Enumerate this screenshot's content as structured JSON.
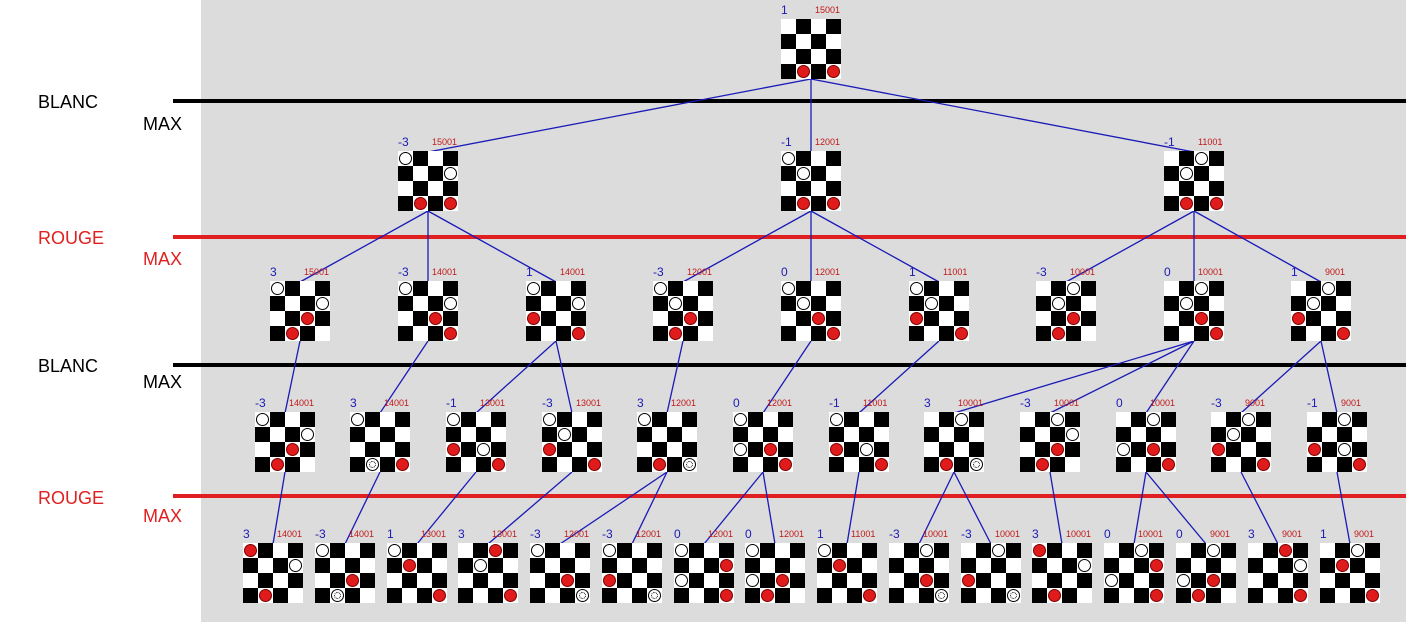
{
  "levels": {
    "row0": {
      "player": "BLANC",
      "mode": "MAX"
    },
    "row1": {
      "player": "ROUGE",
      "mode": "MAX"
    },
    "row2": {
      "player": "BLANC",
      "mode": "MAX"
    },
    "row3": {
      "player": "ROUGE",
      "mode": "MAX"
    }
  },
  "colors": {
    "white_line": "#000000",
    "red_line": "#e02020",
    "edge": "#1a1ab8",
    "score": "#1a1ab8",
    "id": "#c01818",
    "red_piece": "#e01b1b"
  },
  "nodes": [
    {
      "id": "n0",
      "score": "1",
      "nid": "15001",
      "pieces": [
        [
          "r",
          3,
          1
        ],
        [
          "r",
          3,
          3
        ]
      ]
    },
    {
      "id": "n1a",
      "parent": "n0",
      "score": "-3",
      "nid": "15001",
      "pieces": [
        [
          "w",
          0,
          0
        ],
        [
          "w",
          1,
          3
        ],
        [
          "r",
          3,
          1
        ],
        [
          "r",
          3,
          3
        ]
      ]
    },
    {
      "id": "n1b",
      "parent": "n0",
      "score": "-1",
      "nid": "12001",
      "pieces": [
        [
          "w",
          0,
          0
        ],
        [
          "w",
          1,
          1
        ],
        [
          "r",
          3,
          1
        ],
        [
          "r",
          3,
          3
        ]
      ]
    },
    {
      "id": "n1c",
      "parent": "n0",
      "score": "-1",
      "nid": "11001",
      "pieces": [
        [
          "w",
          0,
          2
        ],
        [
          "w",
          1,
          1
        ],
        [
          "r",
          3,
          1
        ],
        [
          "r",
          3,
          3
        ]
      ]
    },
    {
      "id": "n2a",
      "parent": "n1a",
      "score": "3",
      "nid": "15001",
      "pieces": [
        [
          "w",
          0,
          0
        ],
        [
          "w",
          1,
          3
        ],
        [
          "r",
          2,
          2
        ],
        [
          "r",
          3,
          1
        ]
      ]
    },
    {
      "id": "n2b",
      "parent": "n1a",
      "score": "-3",
      "nid": "14001",
      "pieces": [
        [
          "w",
          0,
          0
        ],
        [
          "w",
          1,
          3
        ],
        [
          "r",
          2,
          2
        ],
        [
          "r",
          3,
          3
        ]
      ]
    },
    {
      "id": "n2c",
      "parent": "n1a",
      "score": "1",
      "nid": "14001",
      "pieces": [
        [
          "w",
          0,
          0
        ],
        [
          "w",
          1,
          3
        ],
        [
          "r",
          2,
          0
        ],
        [
          "r",
          3,
          3
        ]
      ]
    },
    {
      "id": "n2d",
      "parent": "n1b",
      "score": "-3",
      "nid": "12001",
      "pieces": [
        [
          "w",
          0,
          0
        ],
        [
          "w",
          1,
          1
        ],
        [
          "r",
          2,
          2
        ],
        [
          "r",
          3,
          1
        ]
      ]
    },
    {
      "id": "n2e",
      "parent": "n1b",
      "score": "0",
      "nid": "12001",
      "pieces": [
        [
          "w",
          0,
          0
        ],
        [
          "w",
          1,
          1
        ],
        [
          "r",
          2,
          2
        ],
        [
          "r",
          3,
          3
        ]
      ]
    },
    {
      "id": "n2f",
      "parent": "n1b",
      "score": "1",
      "nid": "11001",
      "pieces": [
        [
          "w",
          0,
          0
        ],
        [
          "w",
          1,
          1
        ],
        [
          "r",
          2,
          0
        ],
        [
          "r",
          3,
          3
        ]
      ]
    },
    {
      "id": "n2g",
      "parent": "n1c",
      "score": "-3",
      "nid": "10001",
      "pieces": [
        [
          "w",
          0,
          2
        ],
        [
          "w",
          1,
          1
        ],
        [
          "r",
          2,
          2
        ],
        [
          "r",
          3,
          1
        ]
      ]
    },
    {
      "id": "n2h",
      "parent": "n1c",
      "score": "0",
      "nid": "10001",
      "pieces": [
        [
          "w",
          0,
          2
        ],
        [
          "w",
          1,
          1
        ],
        [
          "r",
          2,
          2
        ],
        [
          "r",
          3,
          3
        ]
      ]
    },
    {
      "id": "n2i",
      "parent": "n1c",
      "score": "1",
      "nid": "9001",
      "pieces": [
        [
          "w",
          0,
          2
        ],
        [
          "w",
          1,
          1
        ],
        [
          "r",
          2,
          0
        ],
        [
          "r",
          3,
          3
        ]
      ]
    },
    {
      "id": "n3a",
      "parent": "n2a",
      "score": "-3",
      "nid": "14001",
      "pieces": [
        [
          "w",
          0,
          0
        ],
        [
          "w",
          1,
          3
        ],
        [
          "r",
          2,
          2
        ],
        [
          "r",
          3,
          1
        ]
      ]
    },
    {
      "id": "n3b",
      "parent": "n2b",
      "score": "3",
      "nid": "14001",
      "pieces": [
        [
          "w",
          0,
          0
        ],
        [
          "k",
          3,
          1
        ],
        [
          "r",
          3,
          3
        ]
      ]
    },
    {
      "id": "n3c",
      "parent": "n2c",
      "score": "-1",
      "nid": "13001",
      "pieces": [
        [
          "w",
          0,
          0
        ],
        [
          "w",
          2,
          2
        ],
        [
          "r",
          2,
          0
        ],
        [
          "r",
          3,
          3
        ]
      ]
    },
    {
      "id": "n3d",
      "parent": "n2c",
      "score": "-3",
      "nid": "13001",
      "pieces": [
        [
          "w",
          0,
          0
        ],
        [
          "w",
          1,
          1
        ],
        [
          "r",
          2,
          0
        ],
        [
          "r",
          3,
          3
        ]
      ]
    },
    {
      "id": "n3e",
      "parent": "n2d",
      "score": "3",
      "nid": "12001",
      "pieces": [
        [
          "w",
          0,
          0
        ],
        [
          "k",
          3,
          3
        ],
        [
          "r",
          3,
          1
        ]
      ]
    },
    {
      "id": "n3f",
      "parent": "n2e",
      "score": "0",
      "nid": "12001",
      "pieces": [
        [
          "w",
          0,
          0
        ],
        [
          "w",
          2,
          0
        ],
        [
          "r",
          2,
          2
        ],
        [
          "r",
          3,
          3
        ]
      ]
    },
    {
      "id": "n3g",
      "parent": "n2f",
      "score": "-1",
      "nid": "11001",
      "pieces": [
        [
          "w",
          0,
          0
        ],
        [
          "w",
          2,
          2
        ],
        [
          "r",
          2,
          0
        ],
        [
          "r",
          3,
          3
        ]
      ]
    },
    {
      "id": "n3h",
      "parent": "n2h",
      "score": "3",
      "nid": "10001",
      "pieces": [
        [
          "w",
          0,
          2
        ],
        [
          "k",
          3,
          3
        ],
        [
          "r",
          3,
          1
        ]
      ]
    },
    {
      "id": "n3i",
      "parent": "n2h",
      "score": "-3",
      "nid": "10001",
      "pieces": [
        [
          "w",
          0,
          2
        ],
        [
          "w",
          1,
          3
        ],
        [
          "r",
          2,
          2
        ],
        [
          "r",
          3,
          1
        ]
      ]
    },
    {
      "id": "n3j",
      "parent": "n2h",
      "score": "0",
      "nid": "10001",
      "pieces": [
        [
          "w",
          0,
          2
        ],
        [
          "w",
          2,
          0
        ],
        [
          "r",
          2,
          2
        ],
        [
          "r",
          3,
          3
        ]
      ]
    },
    {
      "id": "n3k",
      "parent": "n2i",
      "score": "-3",
      "nid": "9001",
      "pieces": [
        [
          "w",
          0,
          2
        ],
        [
          "w",
          1,
          1
        ],
        [
          "r",
          2,
          0
        ],
        [
          "r",
          3,
          3
        ]
      ]
    },
    {
      "id": "n3l",
      "parent": "n2i",
      "score": "-1",
      "nid": "9001",
      "pieces": [
        [
          "w",
          0,
          2
        ],
        [
          "w",
          2,
          2
        ],
        [
          "r",
          2,
          0
        ],
        [
          "r",
          3,
          3
        ]
      ]
    },
    {
      "id": "n4a",
      "parent": "n3a",
      "score": "3",
      "nid": "14001",
      "pieces": [
        [
          "r",
          0,
          0
        ],
        [
          "w",
          1,
          3
        ],
        [
          "r",
          3,
          1
        ]
      ]
    },
    {
      "id": "n4b",
      "parent": "n3b",
      "score": "-3",
      "nid": "14001",
      "pieces": [
        [
          "w",
          0,
          0
        ],
        [
          "r",
          2,
          2
        ],
        [
          "k",
          3,
          1
        ]
      ]
    },
    {
      "id": "n4c",
      "parent": "n3c",
      "score": "1",
      "nid": "13001",
      "pieces": [
        [
          "w",
          0,
          0
        ],
        [
          "r",
          1,
          1
        ],
        [
          "r",
          3,
          3
        ]
      ]
    },
    {
      "id": "n4d",
      "parent": "n3d",
      "score": "3",
      "nid": "13001",
      "pieces": [
        [
          "r",
          0,
          2
        ],
        [
          "w",
          1,
          1
        ],
        [
          "r",
          3,
          3
        ]
      ]
    },
    {
      "id": "n4e",
      "parent": "n3e",
      "score": "-3",
      "nid": "12001",
      "pieces": [
        [
          "w",
          0,
          0
        ],
        [
          "r",
          2,
          2
        ],
        [
          "k",
          3,
          3
        ]
      ]
    },
    {
      "id": "n4f",
      "parent": "n3e",
      "score": "-3",
      "nid": "12001",
      "pieces": [
        [
          "w",
          0,
          0
        ],
        [
          "r",
          2,
          0
        ],
        [
          "k",
          3,
          3
        ]
      ]
    },
    {
      "id": "n4g",
      "parent": "n3f",
      "score": "0",
      "nid": "12001",
      "pieces": [
        [
          "w",
          0,
          0
        ],
        [
          "w",
          2,
          0
        ],
        [
          "r",
          1,
          3
        ],
        [
          "r",
          3,
          3
        ]
      ]
    },
    {
      "id": "n4h",
      "parent": "n3f",
      "score": "0",
      "nid": "12001",
      "pieces": [
        [
          "w",
          0,
          0
        ],
        [
          "w",
          2,
          0
        ],
        [
          "r",
          2,
          2
        ],
        [
          "r",
          3,
          1
        ]
      ]
    },
    {
      "id": "n4i",
      "parent": "n3g",
      "score": "1",
      "nid": "11001",
      "pieces": [
        [
          "w",
          0,
          0
        ],
        [
          "r",
          1,
          1
        ],
        [
          "r",
          3,
          3
        ]
      ]
    },
    {
      "id": "n4j",
      "parent": "n3h",
      "score": "-3",
      "nid": "10001",
      "pieces": [
        [
          "w",
          0,
          2
        ],
        [
          "r",
          2,
          2
        ],
        [
          "k",
          3,
          3
        ]
      ]
    },
    {
      "id": "n4k",
      "parent": "n3h",
      "score": "-3",
      "nid": "10001",
      "pieces": [
        [
          "w",
          0,
          2
        ],
        [
          "r",
          2,
          0
        ],
        [
          "k",
          3,
          3
        ]
      ]
    },
    {
      "id": "n4l",
      "parent": "n3i",
      "score": "3",
      "nid": "10001",
      "pieces": [
        [
          "r",
          0,
          0
        ],
        [
          "w",
          1,
          3
        ],
        [
          "r",
          3,
          1
        ]
      ]
    },
    {
      "id": "n4m",
      "parent": "n3j",
      "score": "0",
      "nid": "10001",
      "pieces": [
        [
          "w",
          0,
          2
        ],
        [
          "w",
          2,
          0
        ],
        [
          "r",
          1,
          3
        ],
        [
          "r",
          3,
          3
        ]
      ]
    },
    {
      "id": "n4n",
      "parent": "n3j",
      "score": "0",
      "nid": "9001",
      "pieces": [
        [
          "w",
          0,
          2
        ],
        [
          "w",
          2,
          0
        ],
        [
          "r",
          2,
          2
        ],
        [
          "r",
          3,
          1
        ]
      ]
    },
    {
      "id": "n4o",
      "parent": "n3k",
      "score": "3",
      "nid": "9001",
      "pieces": [
        [
          "r",
          0,
          2
        ],
        [
          "w",
          1,
          3
        ],
        [
          "r",
          3,
          3
        ]
      ]
    },
    {
      "id": "n4p",
      "parent": "n3l",
      "score": "1",
      "nid": "9001",
      "pieces": [
        [
          "w",
          0,
          2
        ],
        [
          "r",
          1,
          1
        ],
        [
          "r",
          3,
          3
        ]
      ]
    }
  ]
}
